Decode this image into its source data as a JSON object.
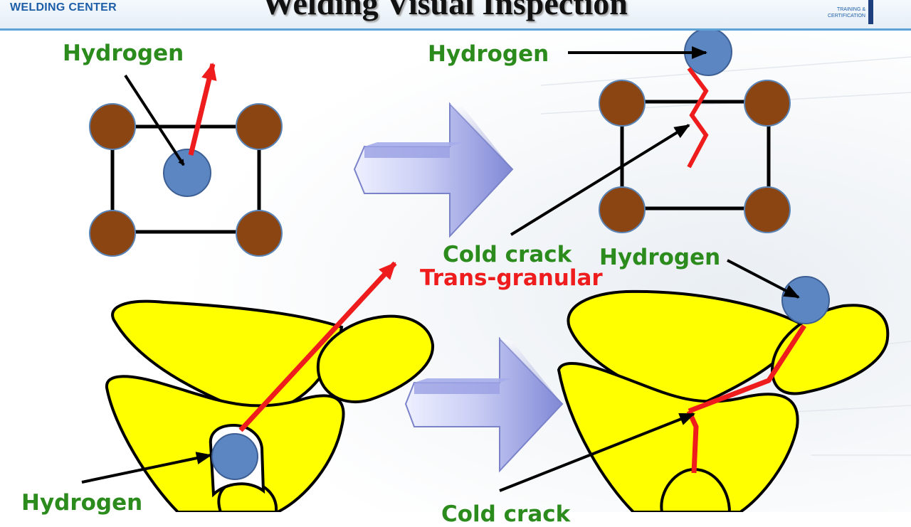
{
  "header": {
    "brand": "WELDING CENTER",
    "title": "Welding Visual Inspection",
    "tagline_line1": "TRAINING &",
    "tagline_line2": "CERTIFICATION"
  },
  "labels": {
    "hydrogen_top_left": "Hydrogen",
    "hydrogen_top_right": "Hydrogen",
    "hydrogen_mid_right": "Hydrogen",
    "hydrogen_bottom_left": "Hydrogen",
    "cold_crack": "Cold crack",
    "trans_granular": "Trans-granular",
    "cold_crack_bottom": "Cold crack"
  },
  "colors": {
    "atom_brown": "#8b4513",
    "hydrogen_blue": "#5b86c2",
    "grain_yellow": "#ffff00",
    "crack_red": "#ee1c1c",
    "label_green": "#2b8b1c",
    "arrow_blue": "#8f98dc"
  }
}
